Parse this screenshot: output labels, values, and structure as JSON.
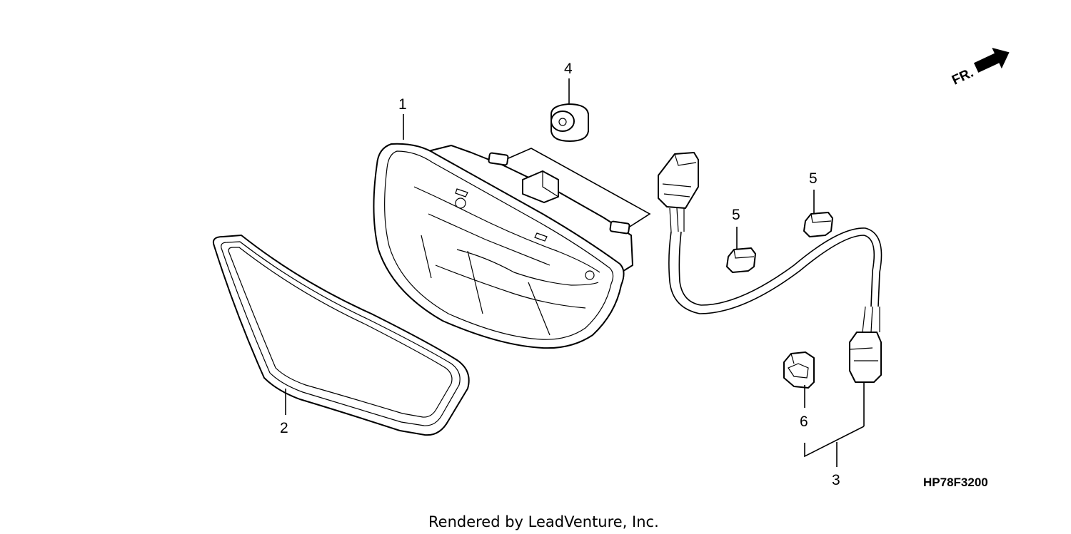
{
  "callouts": {
    "c1": "1",
    "c2": "2",
    "c3": "3",
    "c4": "4",
    "c5a": "5",
    "c5b": "5",
    "c6": "6"
  },
  "direction_marker": "FR.",
  "diagram_code": "HP78F3200",
  "credit": "Rendered by LeadVenture, Inc."
}
